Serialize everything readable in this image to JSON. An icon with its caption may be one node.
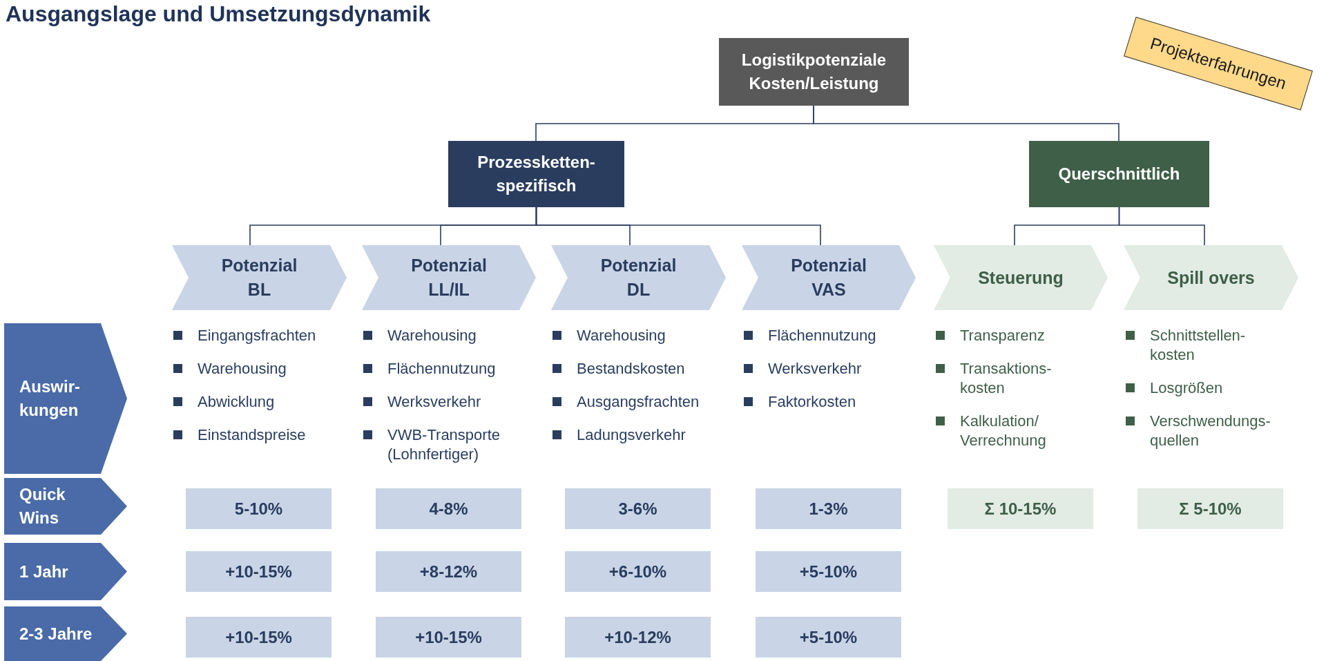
{
  "diagram": {
    "title": "Ausgangslage und Umsetzungsdynamik",
    "nodes": [
      {
        "text": [
          "Logistikpotenziale Kosten/Leistung"
        ]
      },
      {
        "text": [
          "Projekterfahrungen"
        ]
      },
      {
        "text": [
          "Prozessketten- spezifisch"
        ]
      },
      {
        "text": [
          "Querschnittlich"
        ]
      },
      {
        "text": [
          "Potenzial BL"
        ]
      },
      {
        "text": [
          "Potenzial LL/IL"
        ]
      },
      {
        "text": [
          "Potenzial DL"
        ]
      },
      {
        "text": [
          "Potenzial VAS"
        ]
      },
      {
        "text": [
          "Steuerung"
        ]
      },
      {
        "text": [
          "Spill overs"
        ]
      },
      {
        "text": [
          "Auswir- kungen"
        ]
      },
      {
        "text": [
          "Quick Wins"
        ]
      },
      {
        "text": [
          "5-10%"
        ]
      },
      {
        "text": [
          "4-8%"
        ]
      },
      {
        "text": [
          "3-6%"
        ]
      },
      {
        "text": [
          "1-3%"
        ]
      },
      {
        "text": [
          "Σ 10-15%"
        ]
      },
      {
        "text": [
          "Σ 5-10%"
        ]
      },
      {
        "text": [
          "1 Jahr"
        ]
      },
      {
        "text": [
          "+10-15%"
        ]
      },
      {
        "text": [
          "+8-12%"
        ]
      },
      {
        "text": [
          "+6-10%"
        ]
      },
      {
        "text": [
          "+5-10%"
        ]
      },
      {
        "text": [
          "2-3 Jahre"
        ]
      },
      {
        "text": [
          "+10-15%"
        ]
      },
      {
        "text": [
          "+10-15%"
        ]
      },
      {
        "text": [
          "+10-12%"
        ]
      },
      {
        "text": [
          "+5-10%"
        ]
      }
    ],
    "edges": [
      {
        "from": 0,
        "to": 2,
        "arrow": "none"
      },
      {
        "from": 0,
        "to": 3,
        "arrow": "none"
      },
      {
        "from": 2,
        "to": 4,
        "arrow": "none"
      },
      {
        "from": 2,
        "to": 5,
        "arrow": "none"
      },
      {
        "from": 2,
        "to": 6,
        "arrow": "none"
      },
      {
        "from": 2,
        "to": 7,
        "arrow": "none"
      },
      {
        "from": 3,
        "to": 8,
        "arrow": "none"
      },
      {
        "from": 3,
        "to": 9,
        "arrow": "none"
      }
    ],
    "labels": [
      "Eingangsfrachten",
      "Warehousing",
      "Abwicklung",
      "Einstandspreise",
      "Warehousing",
      "Flächennutzung",
      "Werksverkehr",
      "VWB-Transporte (Lohnfertiger)",
      "Warehousing",
      "Bestandskosten",
      "Ausgangsfrachten",
      "Ladungsverkehr",
      "Flächennutzung",
      "Werksverkehr",
      "Faktorkosten",
      "Transparenz",
      "Transaktions- kosten",
      "Kalkulation/ Verrechnung",
      "Schnittstellen- kosten",
      "Losgrößen",
      "Verschwendungs- quellen"
    ]
  }
}
